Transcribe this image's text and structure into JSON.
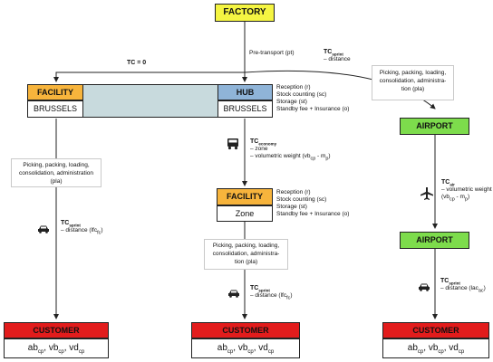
{
  "factory": {
    "label": "FACTORY"
  },
  "pre_transport": "Pre-transport  (pt)",
  "tc_zero": "TC = 0",
  "tc_sprint_top": {
    "tc": "TC",
    "sub": "sprint",
    "desc": "– distance"
  },
  "facility_brussels": {
    "title": "FACILITY",
    "city": "BRUSSELS"
  },
  "hub_brussels": {
    "title": "HUB",
    "city": "BRUSSELS"
  },
  "hub_services": [
    "Reception (r)",
    "Stock counting (sc)",
    "Storage (st)",
    "Standby fee + Insurance (o)"
  ],
  "airport_note": {
    "line1": "Picking, packing, loading,",
    "line2": "consolidation, administra-",
    "line3": "tion (pla)"
  },
  "airport_top": {
    "label": "AIRPORT"
  },
  "airport_bottom": {
    "label": "AIRPORT"
  },
  "tc_air": {
    "tc": "TC",
    "sub": "air",
    "desc1": "– volumetric weight",
    "desc2": "(vb",
    "sub2": "cp",
    "mid": " - m",
    "sub3": "p",
    "end": ")"
  },
  "left_note": {
    "line1": "Picking, packing, loading,",
    "line2": "consolidation, administration",
    "line3": "(pla)"
  },
  "tc_sprint_left": {
    "tc": "TC",
    "sub": "sprint",
    "desc": "– distance (lfc",
    "desc_sub": "fc",
    "desc_end": ")"
  },
  "tc_economy": {
    "tc": "TC",
    "sub": "economy",
    "desc1": "– zone",
    "desc2": "– volumetric weight  (vb",
    "sub2": "cp",
    "mid": " - m",
    "sub3": "p",
    "end": ")"
  },
  "facility_zone": {
    "title": "FACILITY",
    "body": "Zone"
  },
  "zone_services": [
    "Reception (r)",
    "Stock counting (sc)",
    "Storage (st)",
    "Standby fee + Insurance (o)"
  ],
  "middle_note": {
    "line1": "Picking, packing, loading,",
    "line2": "consolidation, administra-",
    "line3": "tion (pla)"
  },
  "tc_sprint_middle": {
    "tc": "TC",
    "sub": "sprint",
    "desc": "– distance (lfc",
    "desc_sub": "fc",
    "desc_end": ")"
  },
  "tc_sprint_right": {
    "tc": "TC",
    "sub": "sprint",
    "desc": "– distance (lac",
    "desc_sub": "ac",
    "desc_end": ")"
  },
  "customers": [
    {
      "title": "CUSTOMER",
      "ab": "ab",
      "vb": "vb",
      "vd": "vd",
      "sub": "cp"
    },
    {
      "title": "CUSTOMER",
      "ab": "ab",
      "vb": "vb",
      "vd": "vd",
      "sub": "cp"
    },
    {
      "title": "CUSTOMER",
      "ab": "ab",
      "vb": "vb",
      "vd": "vd",
      "sub": "cp"
    }
  ],
  "colors": {
    "factory": "#f5f542",
    "facility": "#f7b43c",
    "hub": "#8fb4d8",
    "connector": "#c8dadd",
    "airport": "#7ddc4c",
    "customer": "#e21c1c"
  }
}
